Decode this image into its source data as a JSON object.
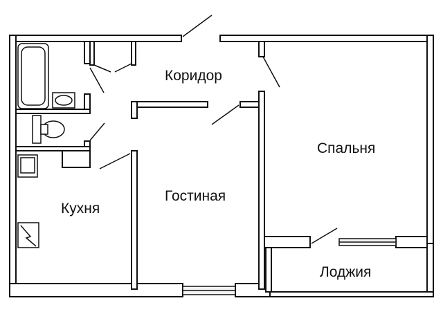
{
  "plan": {
    "rooms": {
      "corridor": "Коридор",
      "bedroom": "Спальня",
      "living_room": "Гостиная",
      "kitchen": "Кухня",
      "loggia": "Лоджия"
    },
    "colors": {
      "wall_fill": "#ffffff",
      "wall_stroke": "#111111",
      "window_glass": "#f2f2f2",
      "background": "#ffffff"
    },
    "icons": [
      "bathtub-icon",
      "sink-icon",
      "toilet-icon",
      "stove-icon"
    ]
  }
}
